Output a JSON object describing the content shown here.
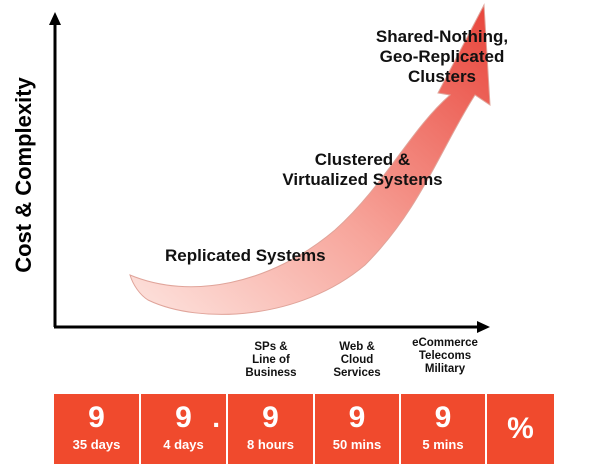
{
  "axis": {
    "y_label": "Cost & Complexity"
  },
  "stages": [
    {
      "lines": [
        "Replicated Systems"
      ]
    },
    {
      "lines": [
        "Clustered &",
        "Virtualized Systems"
      ]
    },
    {
      "lines": [
        "Shared-Nothing,",
        "Geo-Replicated",
        "Clusters"
      ]
    }
  ],
  "segments": [
    {
      "lines": [
        "SPs &",
        "Line of",
        "Business"
      ]
    },
    {
      "lines": [
        "Web &",
        "Cloud",
        "Services"
      ]
    },
    {
      "lines": [
        "eCommerce",
        "Telecoms",
        "Military"
      ]
    }
  ],
  "nines": [
    {
      "digit": "9",
      "duration": "35 days",
      "dot": ""
    },
    {
      "digit": "9",
      "duration": "4 days",
      "dot": "."
    },
    {
      "digit": "9",
      "duration": "8 hours",
      "dot": ""
    },
    {
      "digit": "9",
      "duration": "50 mins",
      "dot": ""
    },
    {
      "digit": "9",
      "duration": "5 mins",
      "dot": ""
    }
  ],
  "percent_symbol": "%",
  "colors": {
    "arrow_light": "#fbd3cc",
    "arrow_dark": "#e8443a",
    "bar_fill": "#f04a2d",
    "axis": "#000000"
  }
}
